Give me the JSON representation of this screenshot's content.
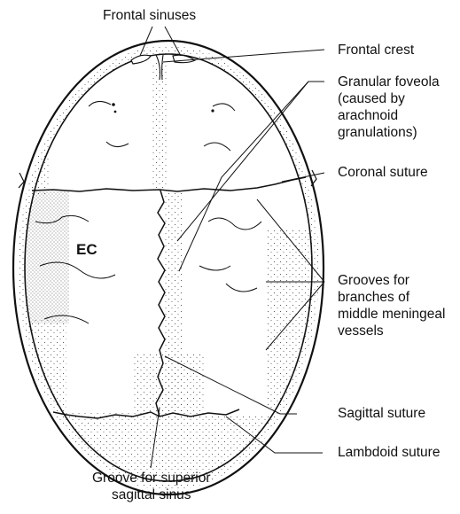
{
  "figure": {
    "labels": {
      "frontal_sinuses": "Frontal sinuses",
      "frontal_crest": "Frontal crest",
      "granular_foveola": [
        "Granular foveola",
        "(caused by",
        "arachnoid",
        "granulations)"
      ],
      "coronal_suture": "Coronal suture",
      "grooves_meningeal": [
        "Grooves for",
        "branches of",
        "middle meningeal",
        "vessels"
      ],
      "sagittal_suture": "Sagittal suture",
      "lambdoid_suture": "Lambdoid suture",
      "groove_superior_sagittal": [
        "Groove for superior",
        "sagittal sinus"
      ],
      "ec": "EC"
    },
    "colors": {
      "line": "#111111",
      "background": "#ffffff"
    }
  }
}
